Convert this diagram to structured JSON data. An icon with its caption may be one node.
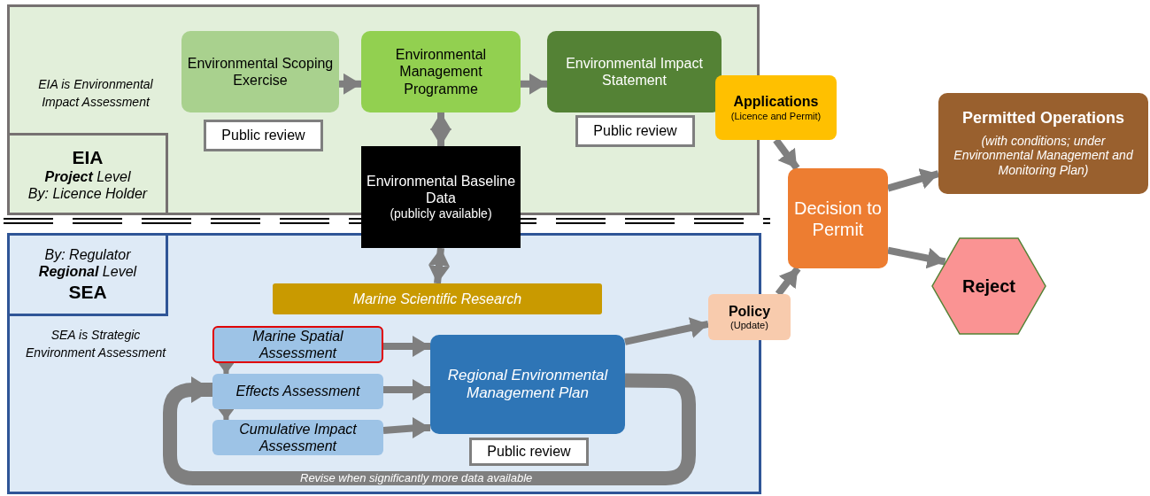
{
  "diagram": {
    "nodes": [
      {
        "text": [
          "EIA is Environmental Impact Assessment"
        ]
      },
      {
        "text": [
          "EIA",
          "**Project** Level",
          "By: Licence Holder"
        ],
        "in": 0
      },
      {
        "text": [
          "Environmental Scoping Exercise"
        ],
        "in": 0
      },
      {
        "text": [
          "Public review"
        ],
        "in": 0
      },
      {
        "text": [
          "Environmental Management Programme"
        ],
        "in": 0
      },
      {
        "text": [
          "Environmental Impact Statement"
        ],
        "in": 0
      },
      {
        "text": [
          "Public review"
        ],
        "in": 0
      },
      {
        "text": [
          "Environmental Baseline Data",
          "(publicly available)"
        ]
      },
      {
        "text": [
          "Applications",
          "(Licence and Permit)"
        ]
      },
      {
        "text": [
          "SEA is Strategic Environment Assessment"
        ]
      },
      {
        "text": [
          "By: Regulator",
          "**Regional** Level",
          "SEA"
        ],
        "in": 9
      },
      {
        "text": [
          "Marine Scientific Research"
        ],
        "in": 9
      },
      {
        "text": [
          "Marine Spatial Assessment"
        ],
        "in": 9
      },
      {
        "text": [
          "Effects Assessment"
        ],
        "in": 9
      },
      {
        "text": [
          "Cumulative Impact Assessment"
        ],
        "in": 9
      },
      {
        "text": [
          "Regional Environmental Management Plan"
        ],
        "in": 9
      },
      {
        "text": [
          "Public review"
        ],
        "in": 9
      },
      {
        "text": [
          "Policy",
          "(Update)"
        ]
      },
      {
        "text": [
          "Decision to Permit"
        ]
      },
      {
        "text": [
          "Permitted Operations",
          "(with conditions; under Environmental Management and Monitoring Plan)"
        ]
      },
      {
        "text": [
          "Reject"
        ]
      }
    ],
    "edges": [
      {
        "from": 2,
        "to": 4,
        "arrow": "to"
      },
      {
        "from": 4,
        "to": 5,
        "arrow": "to"
      },
      {
        "from": 4,
        "to": 7,
        "arrow": "both"
      },
      {
        "from": 7,
        "to": 11,
        "arrow": "both"
      },
      {
        "from": 12,
        "to": 13,
        "arrow": "to"
      },
      {
        "from": 13,
        "to": 14,
        "arrow": "to"
      },
      {
        "from": 12,
        "to": 15,
        "arrow": "to"
      },
      {
        "from": 13,
        "to": 15,
        "arrow": "to"
      },
      {
        "from": 14,
        "to": 15,
        "arrow": "to"
      },
      {
        "from": 15,
        "to": 13,
        "arrow": "to",
        "label": "Revise when significantly more data available",
        "style": "thick"
      },
      {
        "from": 15,
        "to": 17,
        "arrow": "to"
      },
      {
        "from": 8,
        "to": 18,
        "arrow": "to"
      },
      {
        "from": 17,
        "to": 18,
        "arrow": "to"
      },
      {
        "from": 18,
        "to": 19,
        "arrow": "to"
      },
      {
        "from": 18,
        "to": 20,
        "arrow": "to"
      }
    ]
  }
}
